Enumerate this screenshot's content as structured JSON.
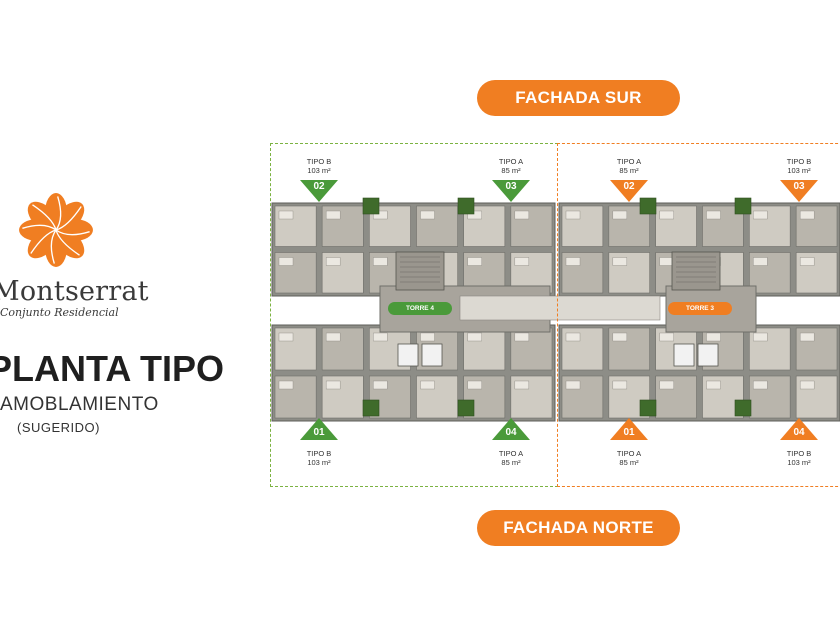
{
  "brand": {
    "name": "Montserrat",
    "subtitle": "Conjunto Residencial",
    "logo_color": "#f07e22"
  },
  "plan": {
    "title": "PLANTA TIPO",
    "subtitle": "AMOBLAMIENTO",
    "note": "(SUGERIDO)"
  },
  "facades": {
    "north": "FACHADA SUR",
    "south": "FACHADA NORTE"
  },
  "colors": {
    "accent_orange": "#f07e22",
    "accent_green": "#4a9a3a"
  },
  "towers": [
    {
      "name": "TORRE 4",
      "color": "green",
      "units": {
        "top_left": {
          "number": "02",
          "type": "TIPO B",
          "area": "103 m²"
        },
        "top_right": {
          "number": "03",
          "type": "TIPO A",
          "area": "85 m²"
        },
        "bottom_left": {
          "number": "01",
          "type": "TIPO B",
          "area": "103 m²"
        },
        "bottom_right": {
          "number": "04",
          "type": "TIPO A",
          "area": "85 m²"
        }
      }
    },
    {
      "name": "TORRE 3",
      "color": "orange",
      "units": {
        "top_left": {
          "number": "02",
          "type": "TIPO A",
          "area": "85 m²"
        },
        "top_right": {
          "number": "03",
          "type": "TIPO B",
          "area": "103 m²"
        },
        "bottom_left": {
          "number": "01",
          "type": "TIPO A",
          "area": "85 m²"
        },
        "bottom_right": {
          "number": "04",
          "type": "TIPO B",
          "area": "103 m²"
        }
      }
    }
  ]
}
